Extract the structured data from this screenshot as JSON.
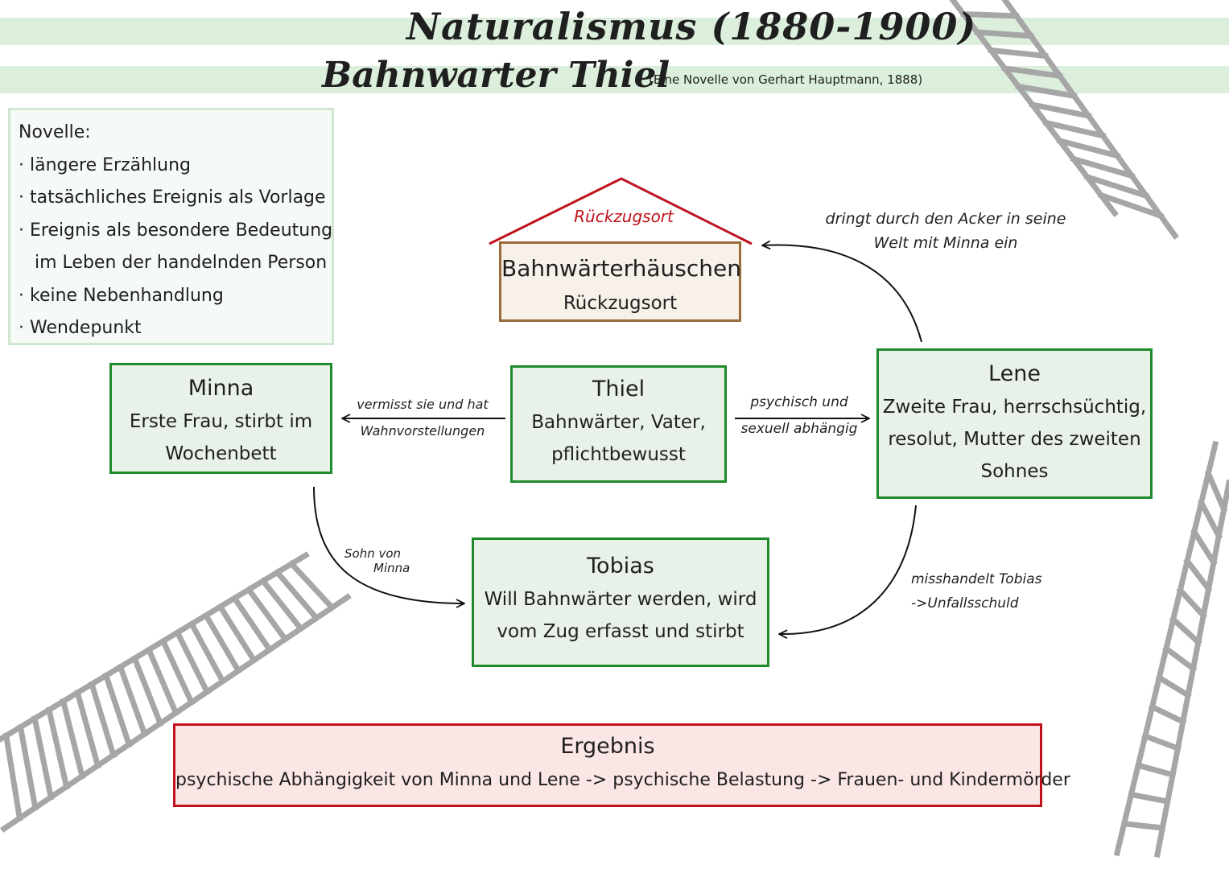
{
  "header": {
    "title": "Naturalismus (1880-1900)",
    "work_title": "Bahnwarter Thiel",
    "subtitle": "(Eine Novelle von Gerhart Hauptmann, 1888)"
  },
  "novelle": {
    "heading": "Novelle:",
    "items": [
      "längere Erzählung",
      "tatsächliches Ereignis als Vorlage",
      "Ereignis als besondere Bedeutung",
      "im Leben der handelnden Person",
      "keine Nebenhandlung",
      "Wendepunkt"
    ]
  },
  "house": {
    "roof_label": "Rückzugsort",
    "name": "Bahnwärterhäuschen",
    "sub": "Rückzugsort"
  },
  "characters": {
    "minna": {
      "name": "Minna",
      "desc1": "Erste Frau, stirbt im",
      "desc2": "Wochenbett"
    },
    "thiel": {
      "name": "Thiel",
      "desc1": "Bahnwärter, Vater,",
      "desc2": "pflichtbewusst"
    },
    "lene": {
      "name": "Lene",
      "desc1": "Zweite Frau, herrschsüchtig,",
      "desc2": "resolut, Mutter des zweiten",
      "desc3": "Sohnes"
    },
    "tobias": {
      "name": "Tobias",
      "desc1": "Will Bahnwärter werden, wird",
      "desc2": "vom Zug erfasst und stirbt"
    }
  },
  "relations": {
    "thiel_minna": {
      "line1": "vermisst sie und hat",
      "line2": "Wahnvorstellungen"
    },
    "thiel_lene": {
      "line1": "psychisch und",
      "line2": "sexuell abhängig"
    },
    "lene_house": {
      "line1": "dringt durch den Acker in seine",
      "line2": "Welt mit Minna ein"
    },
    "minna_tobias": {
      "line1": "Sohn von",
      "line2": "Minna"
    },
    "lene_tobias": {
      "line1": "misshandelt Tobias",
      "line2": "->Unfallsschuld"
    }
  },
  "result": {
    "title": "Ergebnis",
    "text": "psychische Abhängigkeit von Minna und Lene -> psychische Belastung -> Frauen- und Kindermörder"
  },
  "colors": {
    "green_border": "#1e8a2a",
    "green_fill": "#e8f2e8",
    "red_border": "#c0121b",
    "red_fill": "#fbe6e6",
    "house_border": "#9b6b3a",
    "band": "#dcefdc",
    "ladder": "#a6a6a6"
  },
  "icons": [
    "ladder-top-right",
    "ladder-bottom-left",
    "ladder-right",
    "house-roof"
  ]
}
